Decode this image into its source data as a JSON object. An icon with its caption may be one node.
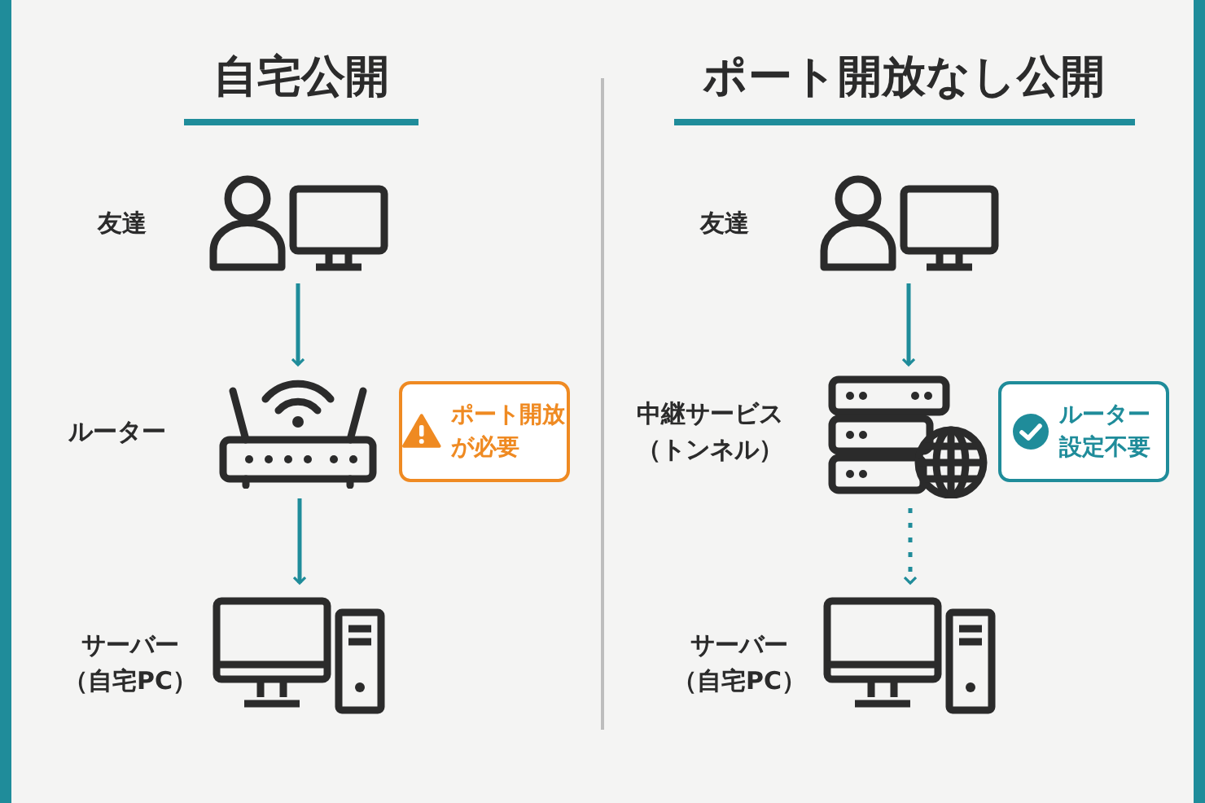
{
  "diagram": {
    "nodes": [
      {
        "text": [],
        "shape": "picture",
        "beside": [
          "友達"
        ]
      },
      {
        "text": [],
        "shape": "picture",
        "beside": [
          "ルーター"
        ]
      },
      {
        "text": [],
        "shape": "picture",
        "beside": [
          "サーバー（自宅PC）"
        ]
      },
      {
        "text": [
          "ポート開放が必要"
        ]
      },
      {
        "text": [],
        "shape": "picture",
        "beside": [
          "友達"
        ]
      },
      {
        "text": [],
        "shape": "picture",
        "beside": [
          "中継サービス（トンネル）"
        ]
      },
      {
        "text": [],
        "shape": "picture",
        "beside": [
          "サーバー（自宅PC）"
        ]
      },
      {
        "text": [
          "ルーター設定不要"
        ]
      }
    ],
    "edges": [
      {
        "from": 0,
        "to": 1,
        "arrow": "to"
      },
      {
        "from": 1,
        "to": 2,
        "arrow": "to"
      },
      {
        "from": 4,
        "to": 5,
        "arrow": "to"
      },
      {
        "from": 5,
        "to": 6,
        "arrow": "to",
        "style": "dashed"
      }
    ],
    "labels": [
      "自宅公開",
      "ポート開放なし公開"
    ]
  }
}
